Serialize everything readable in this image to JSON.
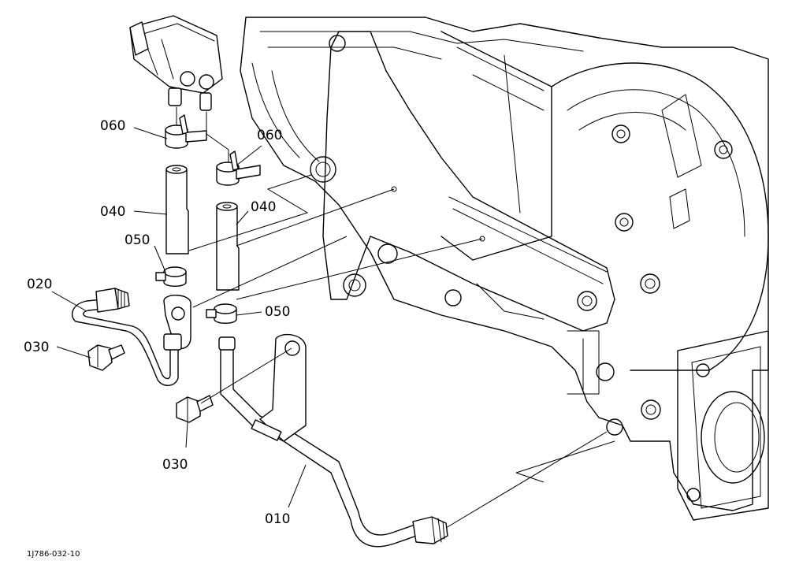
{
  "callouts": {
    "p010": "010",
    "p020": "020",
    "p030_upper": "030",
    "p030_lower": "030",
    "p040_left": "040",
    "p040_right": "040",
    "p050_left": "050",
    "p050_right": "050",
    "p060_left": "060",
    "p060_right": "060"
  },
  "drawing_code": "1J786-032-10"
}
